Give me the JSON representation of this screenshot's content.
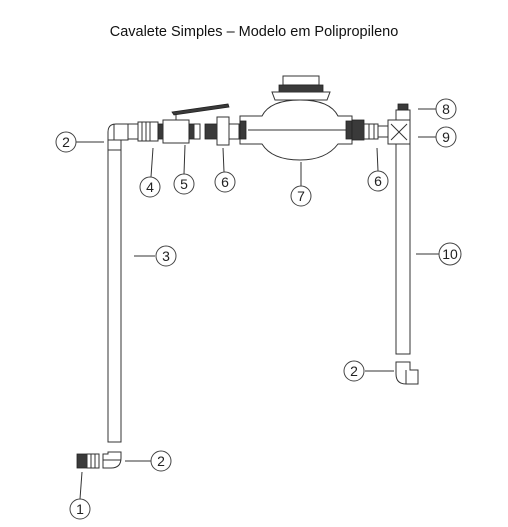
{
  "title": "Cavalete Simples – Modelo em Polipropileno",
  "callouts": {
    "c1": "1",
    "c2a": "2",
    "c2b": "2",
    "c2c": "2",
    "c3": "3",
    "c4": "4",
    "c5": "5",
    "c6a": "6",
    "c6b": "6",
    "c7": "7",
    "c8": "8",
    "c9": "9",
    "c10": "10"
  }
}
